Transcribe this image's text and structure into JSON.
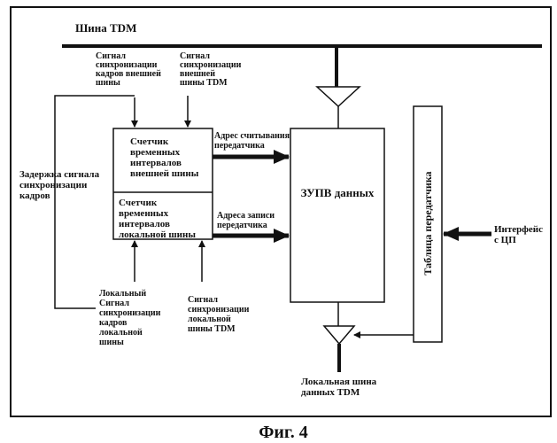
{
  "tdm_bus_label": "Шина TDM",
  "ext_frame_sync_label": [
    "Сигнал",
    "синхронизации",
    "кадров внешней",
    "шины"
  ],
  "ext_bus_sync_label": [
    "Сигнал",
    "синхронизации",
    "внешней",
    "шины TDM"
  ],
  "frame_sync_delay_label": [
    "Задержка сигнала",
    "синхронизации",
    "кадров"
  ],
  "ext_counter_label": [
    "Счетчик",
    "временных",
    "интервалов",
    "внешней шины"
  ],
  "local_counter_label": [
    "Счетчик",
    "временных",
    "интервалов",
    "локальной шины"
  ],
  "read_address_label": [
    "Адрес считывания",
    "передатчика"
  ],
  "write_address_label": [
    "Адреса записи",
    "передатчика"
  ],
  "memory_label": "ЗУПВ данных",
  "transmitter_table_label": "Таблица передатчика",
  "cpu_interface_label": [
    "Интерфейс",
    "с ЦП"
  ],
  "local_frame_sync_label": [
    "Локальный",
    "Сигнал",
    "синхронизации",
    "кадров",
    "локальной",
    "шины"
  ],
  "local_bus_sync_label": [
    "Сигнал",
    "синхронизации",
    "локальной",
    "шины TDM"
  ],
  "local_data_bus_label": [
    "Локальная шина",
    "данных TDM"
  ],
  "figure_caption": "Фиг. 4"
}
